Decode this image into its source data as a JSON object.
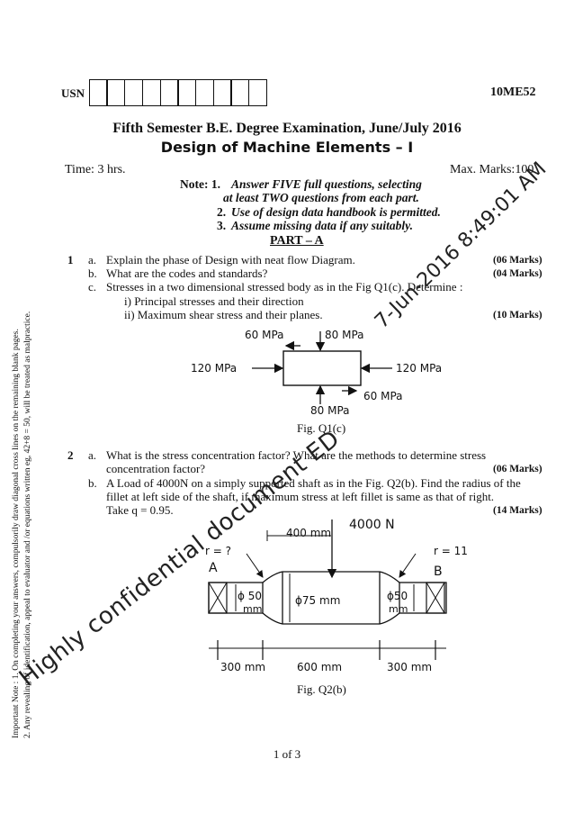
{
  "header": {
    "usn_label": "USN",
    "usn_box_count": 10,
    "course_code": "10ME52"
  },
  "titles": {
    "exam": "Fifth Semester B.E. Degree Examination, June/July 2016",
    "subject": "Design of Machine Elements – I"
  },
  "meta": {
    "time": "Time: 3 hrs.",
    "max_marks": "Max. Marks:100"
  },
  "note": {
    "lead": "Note: 1.",
    "line1": "Answer FIVE full questions, selecting",
    "line1b": "at least TWO questions from each part.",
    "line2_num": "2.",
    "line2": "Use of design data handbook is permitted.",
    "line3_num": "3.",
    "line3": "Assume missing data if any suitably."
  },
  "part": "PART – A",
  "q1": {
    "num": "1",
    "a_letter": "a.",
    "a_text": "Explain the phase of Design with neat flow Diagram.",
    "a_marks": "(06 Marks)",
    "b_letter": "b.",
    "b_text": "What are the codes and standards?",
    "b_marks": "(04 Marks)",
    "c_letter": "c.",
    "c_text": "Stresses in a two dimensional stressed body as in the Fig Q1(c). Determine :",
    "c_i": "i)  Principal stresses and their direction",
    "c_ii": "ii)  Maximum shear stress and their planes.",
    "c_marks": "(10 Marks)",
    "fig": {
      "caption": "Fig. Q1(c)",
      "top_shear": "60 MPa",
      "top_normal": "80 MPa",
      "left": "120 MPa",
      "right": "120 MPa",
      "bottom_shear": "60 MPa",
      "bottom_normal": "80 MPa"
    }
  },
  "q2": {
    "num": "2",
    "a_letter": "a.",
    "a_text1": "What is the stress concentration factor? What are the methods to determine stress",
    "a_text2": "concentration factor?",
    "a_marks": "(06 Marks)",
    "b_letter": "b.",
    "b_text1": "A Load of 4000N on a simply supported shaft as in the Fig. Q2(b). Find the radius of the",
    "b_text2": "fillet at left side of the shaft, if maximum stress at left fillet is same as that of right.",
    "b_text3": "Take q = 0.95.",
    "b_marks": "(14 Marks)",
    "fig": {
      "caption": "Fig. Q2(b)",
      "load": "4000 N",
      "load_pos": "400 mm",
      "r_left": "r = ?",
      "r_right": "r = 11",
      "pt_a": "A",
      "pt_b": "B",
      "d_left": "ϕ 50",
      "d_left_unit": "mm",
      "d_mid": "ϕ75 mm",
      "d_right": "ϕ50",
      "d_right_unit": "mm",
      "len_left": "300 mm",
      "len_mid": "600 mm",
      "len_right": "300 mm"
    }
  },
  "sidebar": {
    "line1": "Important Note : 1. On completing your answers, compulsorily draw diagonal cross lines on the remaining blank pages.",
    "line2": "2. Any revealing of identification, appeal to evaluator and /or equations written eg, 42+8 = 50, will be treated as malpractice."
  },
  "watermark": {
    "stamp": "7-Jun-2016 8:49:01 AM",
    "text": "Highly confidential document ED"
  },
  "footer": {
    "page": "1 of 3"
  }
}
